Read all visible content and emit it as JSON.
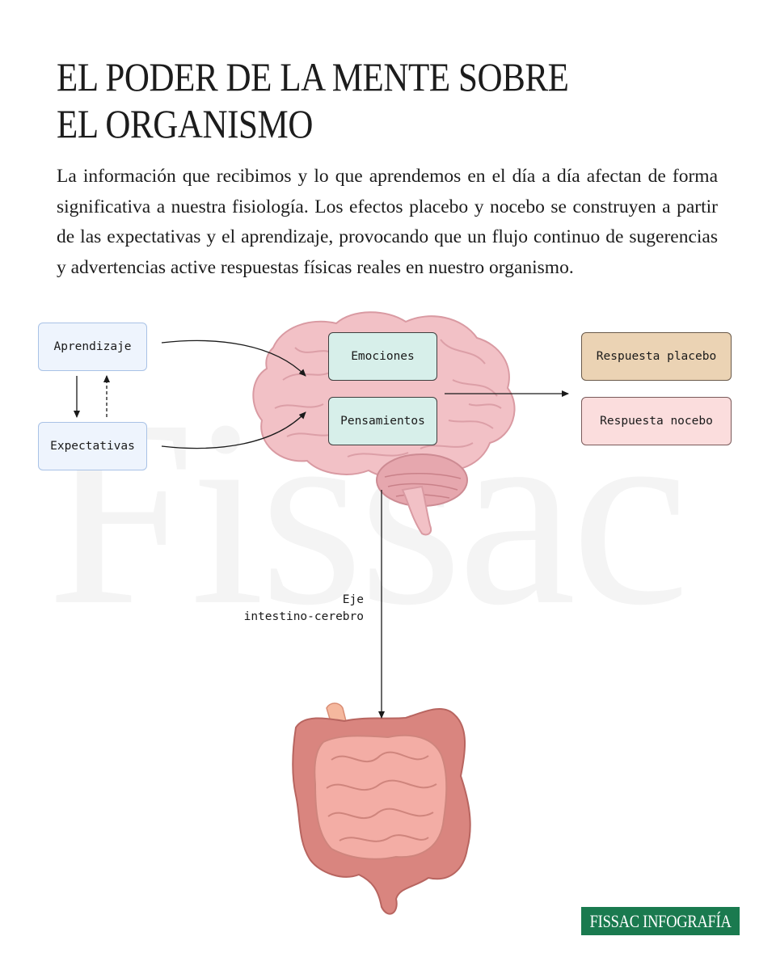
{
  "watermark": "Fissac",
  "title": "EL PODER DE LA MENTE SOBRE EL ORGANISMO",
  "intro": "La información que recibimos y lo que aprendemos en el día a día afectan de forma significativa a nuestra fisiología. Los efectos placebo y nocebo se construyen a partir de las expectativas y el aprendizaje, provocando que un flujo continuo de sugerencias y advertencias active respuestas físicas reales en nuestro organismo.",
  "nodes": {
    "aprendizaje": "Aprendizaje",
    "expectativas": "Expectativas",
    "emociones": "Emociones",
    "pensamientos": "Pensamientos",
    "placebo": "Respuesta placebo",
    "nocebo": "Respuesta nocebo"
  },
  "axis_label": {
    "line1": "Eje",
    "line2": "intestino-cerebro"
  },
  "brand": "FISSAC INFOGRAFÍA",
  "colors": {
    "blue_box": "#eef4fd",
    "teal_box": "#d7efea",
    "tan_box": "#ebd3b4",
    "pink_box": "#fbdddd",
    "brand_green": "#1a7a4f",
    "brain": "#f0bcc2",
    "intestine": "#d9857f"
  }
}
